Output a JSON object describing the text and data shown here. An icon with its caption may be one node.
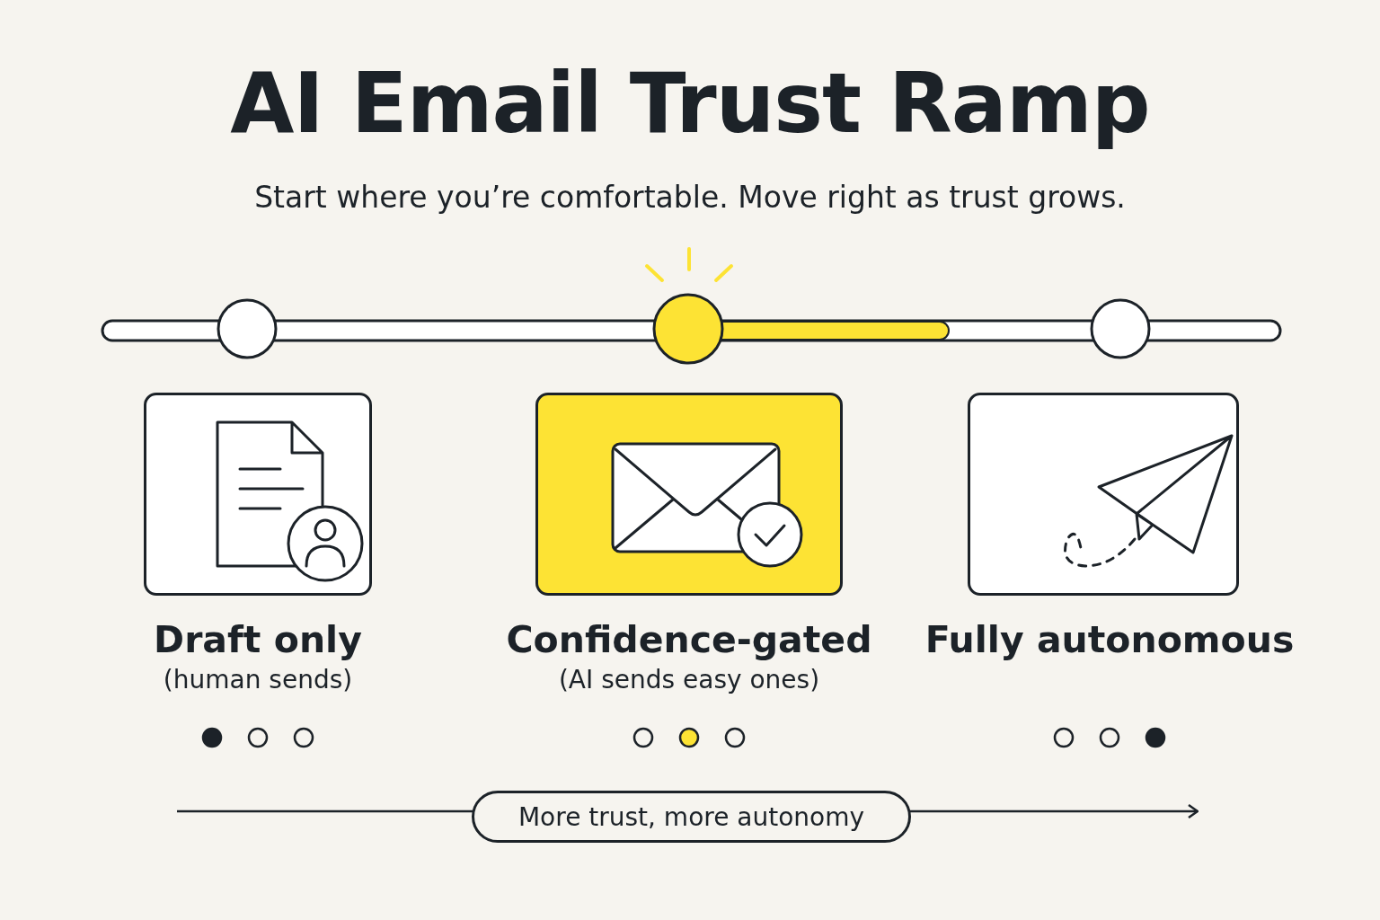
{
  "diagram": {
    "title": "AI Email Trust Ramp",
    "caption": "Start where you’re comfortable. Move right as trust grows.",
    "nodes": [
      {
        "text": [
          "Draft only",
          "(human sends)"
        ]
      },
      {
        "text": [
          "Confidence-gated",
          "(AI sends easy ones)"
        ]
      },
      {
        "text": [
          "Fully autonomous"
        ]
      },
      {
        "text": [
          "More trust, more autonomy"
        ]
      }
    ],
    "edges": [
      {
        "from": null,
        "to": 3,
        "arrow": "none"
      },
      {
        "from": 3,
        "to": null,
        "arrow": "to"
      }
    ]
  }
}
